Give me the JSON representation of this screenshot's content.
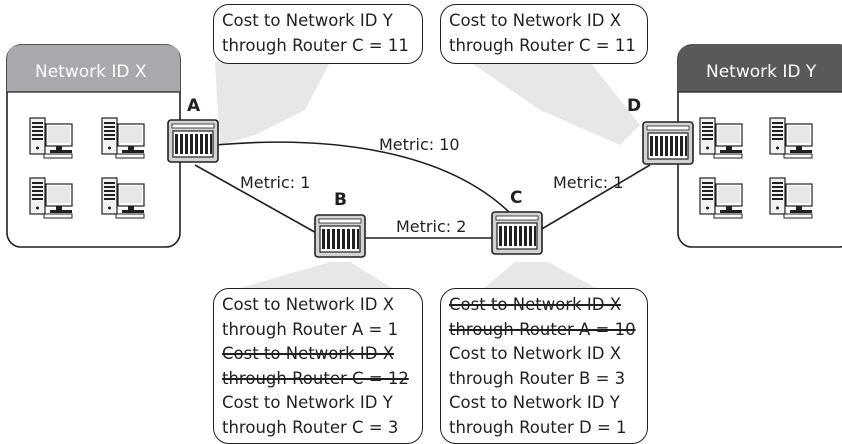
{
  "networks": {
    "left": {
      "title": "Network ID X"
    },
    "right": {
      "title": "Network ID Y"
    }
  },
  "routers": {
    "a": "A",
    "b": "B",
    "c": "C",
    "d": "D"
  },
  "links": {
    "ab": "Metric: 1",
    "ac": "Metric: 10",
    "bc": "Metric: 2",
    "cd": "Metric: 1"
  },
  "bubbles": {
    "top_left": {
      "lines": [
        {
          "text": "Cost to Network ID Y",
          "struck": false
        },
        {
          "text": "through Router C = 11",
          "struck": false
        }
      ]
    },
    "top_right": {
      "lines": [
        {
          "text": "Cost to Network ID X",
          "struck": false
        },
        {
          "text": "through Router C = 11",
          "struck": false
        }
      ]
    },
    "bottom_left": {
      "lines": [
        {
          "text": "Cost to Network ID X",
          "struck": false
        },
        {
          "text": "through Router A = 1",
          "struck": false
        },
        {
          "text": "Cost to Network ID X",
          "struck": true
        },
        {
          "text": "through Router C = 12",
          "struck": true
        },
        {
          "text": "Cost to Network ID Y",
          "struck": false
        },
        {
          "text": "through Router C = 3",
          "struck": false
        }
      ]
    },
    "bottom_right": {
      "lines": [
        {
          "text": "Cost to Network ID X",
          "struck": true
        },
        {
          "text": "through Router A = 10",
          "struck": true
        },
        {
          "text": "Cost to Network ID X",
          "struck": false
        },
        {
          "text": "through Router B = 3",
          "struck": false
        },
        {
          "text": "Cost to Network ID Y",
          "struck": false
        },
        {
          "text": "through Router D = 1",
          "struck": false
        }
      ]
    }
  },
  "colors": {
    "line": "#231f20",
    "left_header": "#a7a9ac",
    "right_header": "#58595b",
    "callout": "#e6e7e8",
    "router_body": "#d1d3d4",
    "router_face": "#ffffff"
  }
}
